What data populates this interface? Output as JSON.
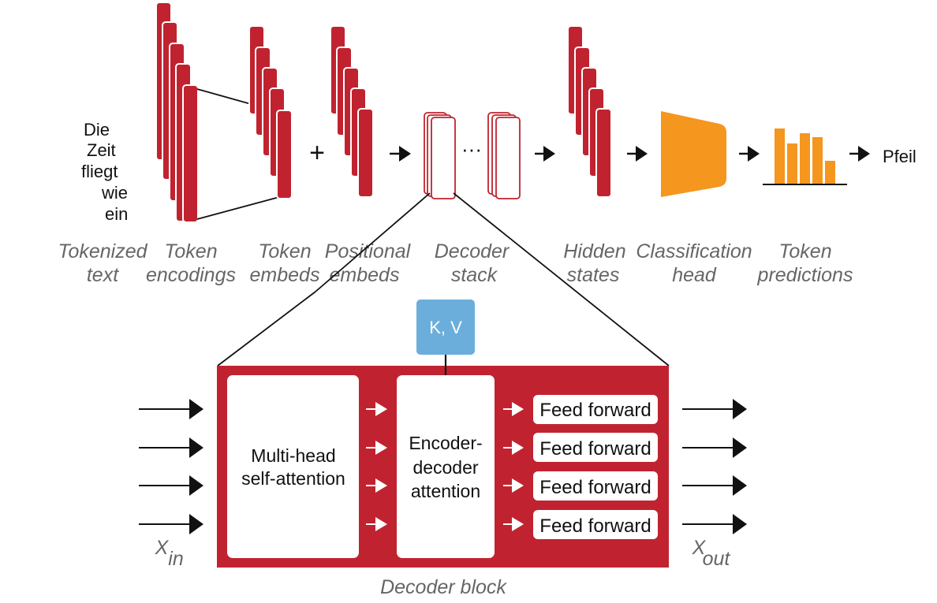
{
  "tokens": [
    "Die",
    "Zeit",
    "fliegt",
    "wie",
    "ein"
  ],
  "labels": {
    "tokenized_text": [
      "Tokenized",
      "text"
    ],
    "token_encodings": [
      "Token",
      "encodings"
    ],
    "token_embeds": [
      "Token",
      "embeds"
    ],
    "positional_embeds": [
      "Positional",
      "embeds"
    ],
    "decoder_stack": [
      "Decoder",
      "stack"
    ],
    "hidden_states": [
      "Hidden",
      "states"
    ],
    "classification_head": [
      "Classification",
      "head"
    ],
    "token_predictions": [
      "Token",
      "predictions"
    ]
  },
  "plus_symbol": "+",
  "ellipsis": "···",
  "output_token": "Pfeil",
  "decoder_block": {
    "kv_label": "K, V",
    "multihead": [
      "Multi-head",
      "self-attention"
    ],
    "enc_dec": [
      "Encoder-",
      "decoder",
      "attention"
    ],
    "feed_forward": [
      "Feed forward",
      "Feed forward",
      "Feed forward",
      "Feed forward"
    ],
    "x_in": "X",
    "x_in_sub": "in",
    "x_out": "X",
    "x_out_sub": "out",
    "caption": "Decoder block"
  },
  "colors": {
    "red": "#c0232f",
    "orange": "#f5961e",
    "blue": "#6baedb",
    "label_gray": "#666666"
  }
}
